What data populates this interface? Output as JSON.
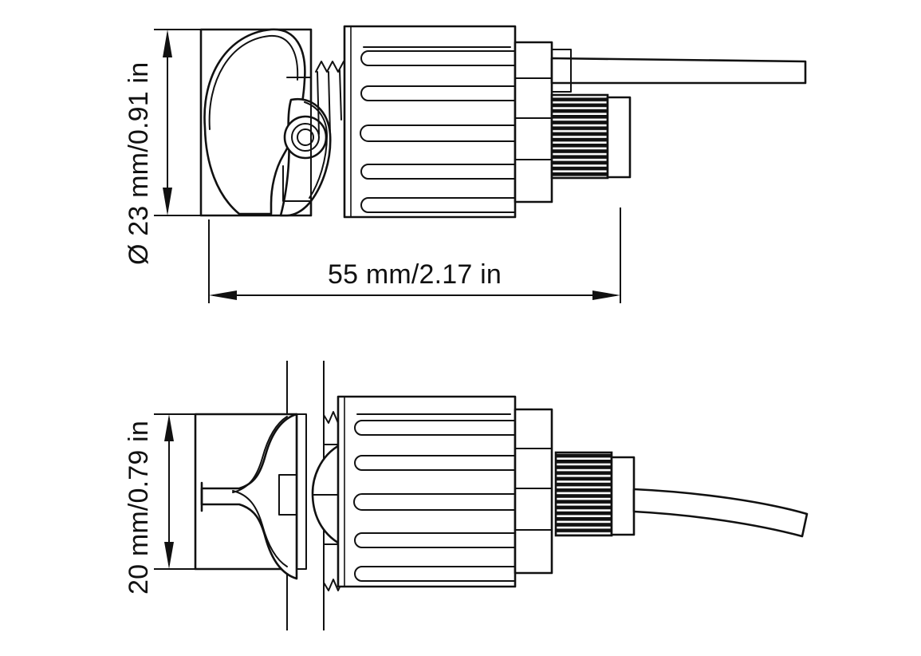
{
  "drawing": {
    "title": "Connector dimensional drawing",
    "line_color": "#111111",
    "background_color": "#ffffff",
    "views": [
      {
        "id": "top-view",
        "name": "side-elevation-view",
        "description": "Side elevation of panel-mount connector with ribbed coupling nut, knurled cable gland and straight cable"
      },
      {
        "id": "bottom-view",
        "name": "section-view",
        "description": "Sectional view through panel showing mounting bracket, ribbed coupling nut, knurled cable gland and curved cable"
      }
    ],
    "dimensions": {
      "diameter_top": "Ø 23 mm/0.91 in",
      "length_top": "55 mm/2.17 in",
      "height_bottom": "20 mm/0.79 in"
    }
  }
}
